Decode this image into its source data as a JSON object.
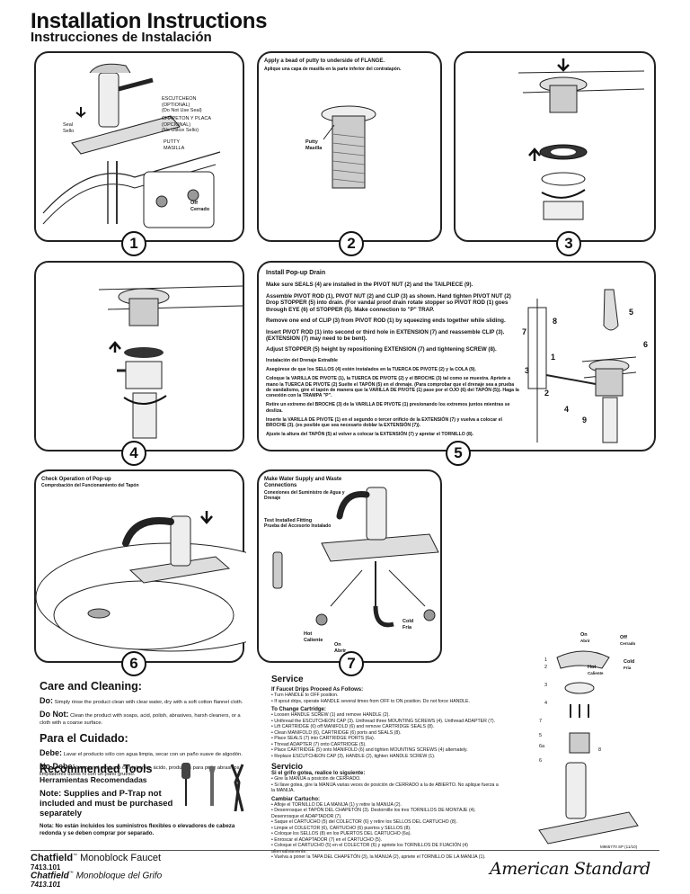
{
  "header": {
    "title": "Installation Instructions",
    "subtitle": "Instrucciones de Instalación"
  },
  "step1": {
    "number": "1",
    "escutcheon_en": "ESCUTCHEON",
    "escutcheon_opt": "(OPTIONAL)",
    "escutcheon_note": "(Do Not Use Seal)",
    "escutcheon_es": "CHAPETON Y PLACA",
    "escutcheon_es_opt": "(OPCIONAL)",
    "escutcheon_es_note": "(No Utilice Sello)",
    "seal": "Seal",
    "sello": "Sello",
    "putty": "PUTTY",
    "masilla": "MASILLA",
    "off": "Off",
    "cerrado": "Cerrado"
  },
  "step2": {
    "number": "2",
    "heading": "Apply a bead of putty to underside of FLANGE.",
    "heading_es": "Aplique una capa de masilla en la parte inferior del contratapón.",
    "putty": "Putty",
    "masilla": "Masilla"
  },
  "step3": {
    "number": "3"
  },
  "step4": {
    "number": "4"
  },
  "step5": {
    "number": "5",
    "heading": "Install Pop-up Drain",
    "en": [
      "Make sure SEALS (4) are installed in the PIVOT NUT (2) and the TAILPIECE (9).",
      "Assemble PIVOT ROD (1), PIVOT NUT (2) and CLIP (3) as shown. Hand tighten PIVOT NUT (2) Drop STOPPER (5) into drain. (For vandal proof drain rotate stopper so PIVOT ROD (1) goes through EYE (6) of STOPPER (5). Make connection to \"P\" TRAP.",
      "Remove one end of CLIP (3) from PIVOT ROD (1) by squeezing ends together while sliding.",
      "Insert PIVOT ROD (1) into second or third hole in EXTENSION (7) and reassemble CLIP (3). (EXTENSION (7) may need to be bent).",
      "Adjust STOPPER (5) height by repositioning EXTENSION (7) and tightening SCREW (8)."
    ],
    "heading_es": "Instalación del Drenaje Extraíble",
    "es": [
      "Asegúrese de que los SELLOS (4) estén instalados en la TUERCA DE PIVOTE (2) y la COLA (9).",
      "Coloque la VARILLA DE PIVOTE (1), la TUERCA DE PIVOTE (2) y el BROCHE (3) tal como se muestra. Apriete a mano la TUERCA DE PIVOTE (2) Suelte el TAPÓN (5) en el drenaje. (Para comprobar que el drenaje sea a prueba de vandalismo, gire el tapón de manera que la VARILLA DE PIVOTE (1) pase por el OJO (6) del TAPÓN (5)). Haga la conexión con la TRAMPA \"P\".",
      "Retire un extremo del BROCHE (3) de la VARILLA DE PIVOTE (1) presionando los extremos juntos mientras se desliza.",
      "Inserte la VARILLA DE PIVOTE (1) en el segundo o tercer orificio de la EXTENSIÓN (7) y vuelva a colocar el BROCHE (3). (es posible que sea necesario doblar la EXTENSIÓN (7)).",
      "Ajuste la altura del TAPÓN (5) al volver a colocar la EXTENSIÓN (7) y apretar el TORNILLO (8)."
    ],
    "callouts": [
      "1",
      "2",
      "3",
      "4",
      "5",
      "6",
      "7",
      "8",
      "9"
    ]
  },
  "step6": {
    "number": "6",
    "heading": "Check Operation of Pop-up",
    "heading_es": "Comprobación del Funcionamiento del Tapón"
  },
  "step7": {
    "number": "7",
    "heading": "Make Water Supply and Waste Connections",
    "heading_es": "Conexiones del Suministro de Agua y Drenaje",
    "test": "Test Installed Fitting",
    "test_es": "Prueba del Accesorio Instalado",
    "cold": "Cold",
    "fria": "Fría",
    "hot": "Hot",
    "caliente": "Caliente",
    "on": "On",
    "abrir": "Abrir"
  },
  "care": {
    "title": "Care and Cleaning:",
    "do_label": "Do:",
    "do_text": "Simply rinse the product clean with clear water, dry with a soft cotton flannel cloth.",
    "dont_label": "Do Not:",
    "dont_text": "Clean the product with soaps, acid, polish, abrasives, harsh cleaners, or a cloth with a coarse surface.",
    "title_es": "Para el Cuidado:",
    "debe_label": "Debe:",
    "debe_text": "Lavar el producto sólo con agua limpia, secar con un paño suave de algodón.",
    "nodebe_label": "No Debe:",
    "nodebe_text": "Limpiar el producto con jabones, ácido, productos para pulir, abrasivos, limpiadores duros ni con un paño grueso."
  },
  "tools": {
    "title": "Recommended Tools",
    "title_es": "Herramientas Recomendadas",
    "note": "Note: Supplies and P-Trap not included and must be purchased separately",
    "note_es": "Nota: No están incluidos los suministros flexibles o elevadores de cabeza redonda y se deben comprar por separado."
  },
  "service": {
    "title": "Service",
    "drip": "If Faucet Drips Proceed As Follows:",
    "drip_items": [
      "Turn HANDLE to OFF position.",
      "If spout drips, operate HANDLE several times from OFF to ON position. Do not force HANDLE."
    ],
    "cart": "To Change Cartridge:",
    "cart_items": [
      "Loosen HANDLE SCREW (1) and remove HANDLE (2).",
      "Unthread the ESCUTCHEON CAP (3). Unthread three MOUNTING SCREWS (4). Unthread ADAPTER (7).",
      "Lift CARTRIDGE (6) off MANIFOLD (6) and remove CARTRIDGE SEALS (8).",
      "Clean MANIFOLD (6), CARTRIDGE (6) ports and SEALS (8).",
      "Place SEALS (7) into CARTRIDGE PORTS (6a).",
      "Thread ADAPTER (7) onto CARTRIDGE (5).",
      "Place CARTRIDGE (5) onto MANIFOLD (6) and tighten MOUNTING SCREWS (4) alternately.",
      "Replace ESCUTCHEON CAP (3), HANDLE (2), tighten HANDLE SCREW (1)."
    ],
    "title_es": "Servicio",
    "drip_es": "Si el grifo gotea, realice lo siguiente:",
    "drip_items_es": [
      "Gire la MANIJA a posición de CERRADO.",
      "Si llave gotea, gire la MANIJA varias veces de posición de CERRADO a la de ABIERTO. No aplique fuerza a la MANIJA."
    ],
    "cart_es": "Cambiar Cartucho:",
    "cart_items_es": [
      "Afloje el TORNILLO DE LA MANIJA (1) y retire la MANIJA (2).",
      "Desenrosque el TAPÓN DEL CHAPETÓN (3). Destornille los tres TORNILLOS DE MONTAJE (4). Desenrosque el ADAPTADOR (7).",
      "Saque el CARTUCHO (5) del COLECTOR (6) y retire los SELLOS DEL CARTUCHO (8).",
      "Limpie el COLECTOR (6), CARTUCHO (6) puertos y SELLOS (8).",
      "Coloque los SELLOS (8) en los PUERTOS DEL CARTUCHO (6a).",
      "Enroscar el ADAPTADOR (7) en el CARTUCHO (5).",
      "Coloque el CARTUCHO (5) en el COLECTOR (6) y apriete los TORNILLOS DE FIJACIÓN (4) alternativamente.",
      "Vuelva a poner la TAPA DEL CHAPETÓN (3), la MANIJA (2), apriete el TORNILLO DE LA MANIJA (1)."
    ]
  },
  "parts": {
    "on": "On",
    "abrir": "Abrir",
    "off": "Off",
    "cerrado": "Cerrado",
    "hot": "Hot",
    "caliente": "Caliente",
    "cold": "Cold",
    "fria": "Fría",
    "labels": [
      "1",
      "2",
      "3",
      "4",
      "5",
      "6a",
      "6",
      "7",
      "8"
    ],
    "docnum": "M965770 SP (11/10)"
  },
  "footer": {
    "product": "Chatfield",
    "product_suffix": "Monoblock Faucet",
    "model": "7413.101",
    "product_es": "Chatfield",
    "product_es_suffix": "Monobloque del Grifo",
    "model_es": "7413.101",
    "brand": "American Standard"
  }
}
